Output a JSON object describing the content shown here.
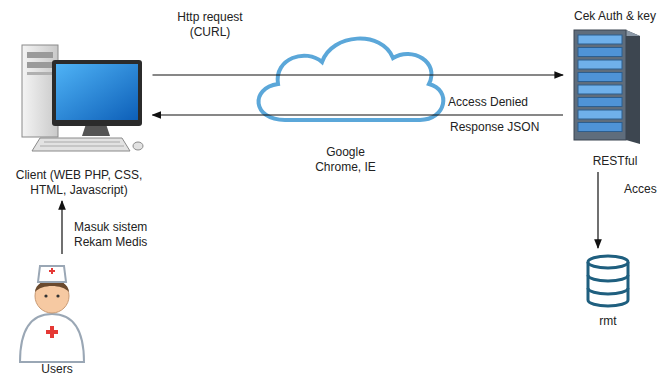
{
  "diagram": {
    "nodes": [
      {
        "text": [
          "Client (WEB PHP, CSS, HTML, Javascript)"
        ]
      },
      {
        "text": [
          "Google Chrome, IE"
        ]
      },
      {
        "text": [
          "Cek Auth & key",
          "RESTful"
        ]
      },
      {
        "text": [
          "Users"
        ]
      },
      {
        "text": [
          "rmt"
        ]
      }
    ],
    "edges": [
      {
        "from": 3,
        "to": 0,
        "arrow": "to",
        "label": "Masuk sistem Rekam Medis"
      },
      {
        "from": 0,
        "to": 2,
        "arrow": "to",
        "label": "Http request (CURL)"
      },
      {
        "from": 2,
        "to": 0,
        "arrow": "to",
        "label": "Access Denied"
      },
      {
        "from": 2,
        "to": 4,
        "arrow": "to",
        "label": "Acces"
      }
    ],
    "labels": [
      "Response JSON"
    ]
  }
}
